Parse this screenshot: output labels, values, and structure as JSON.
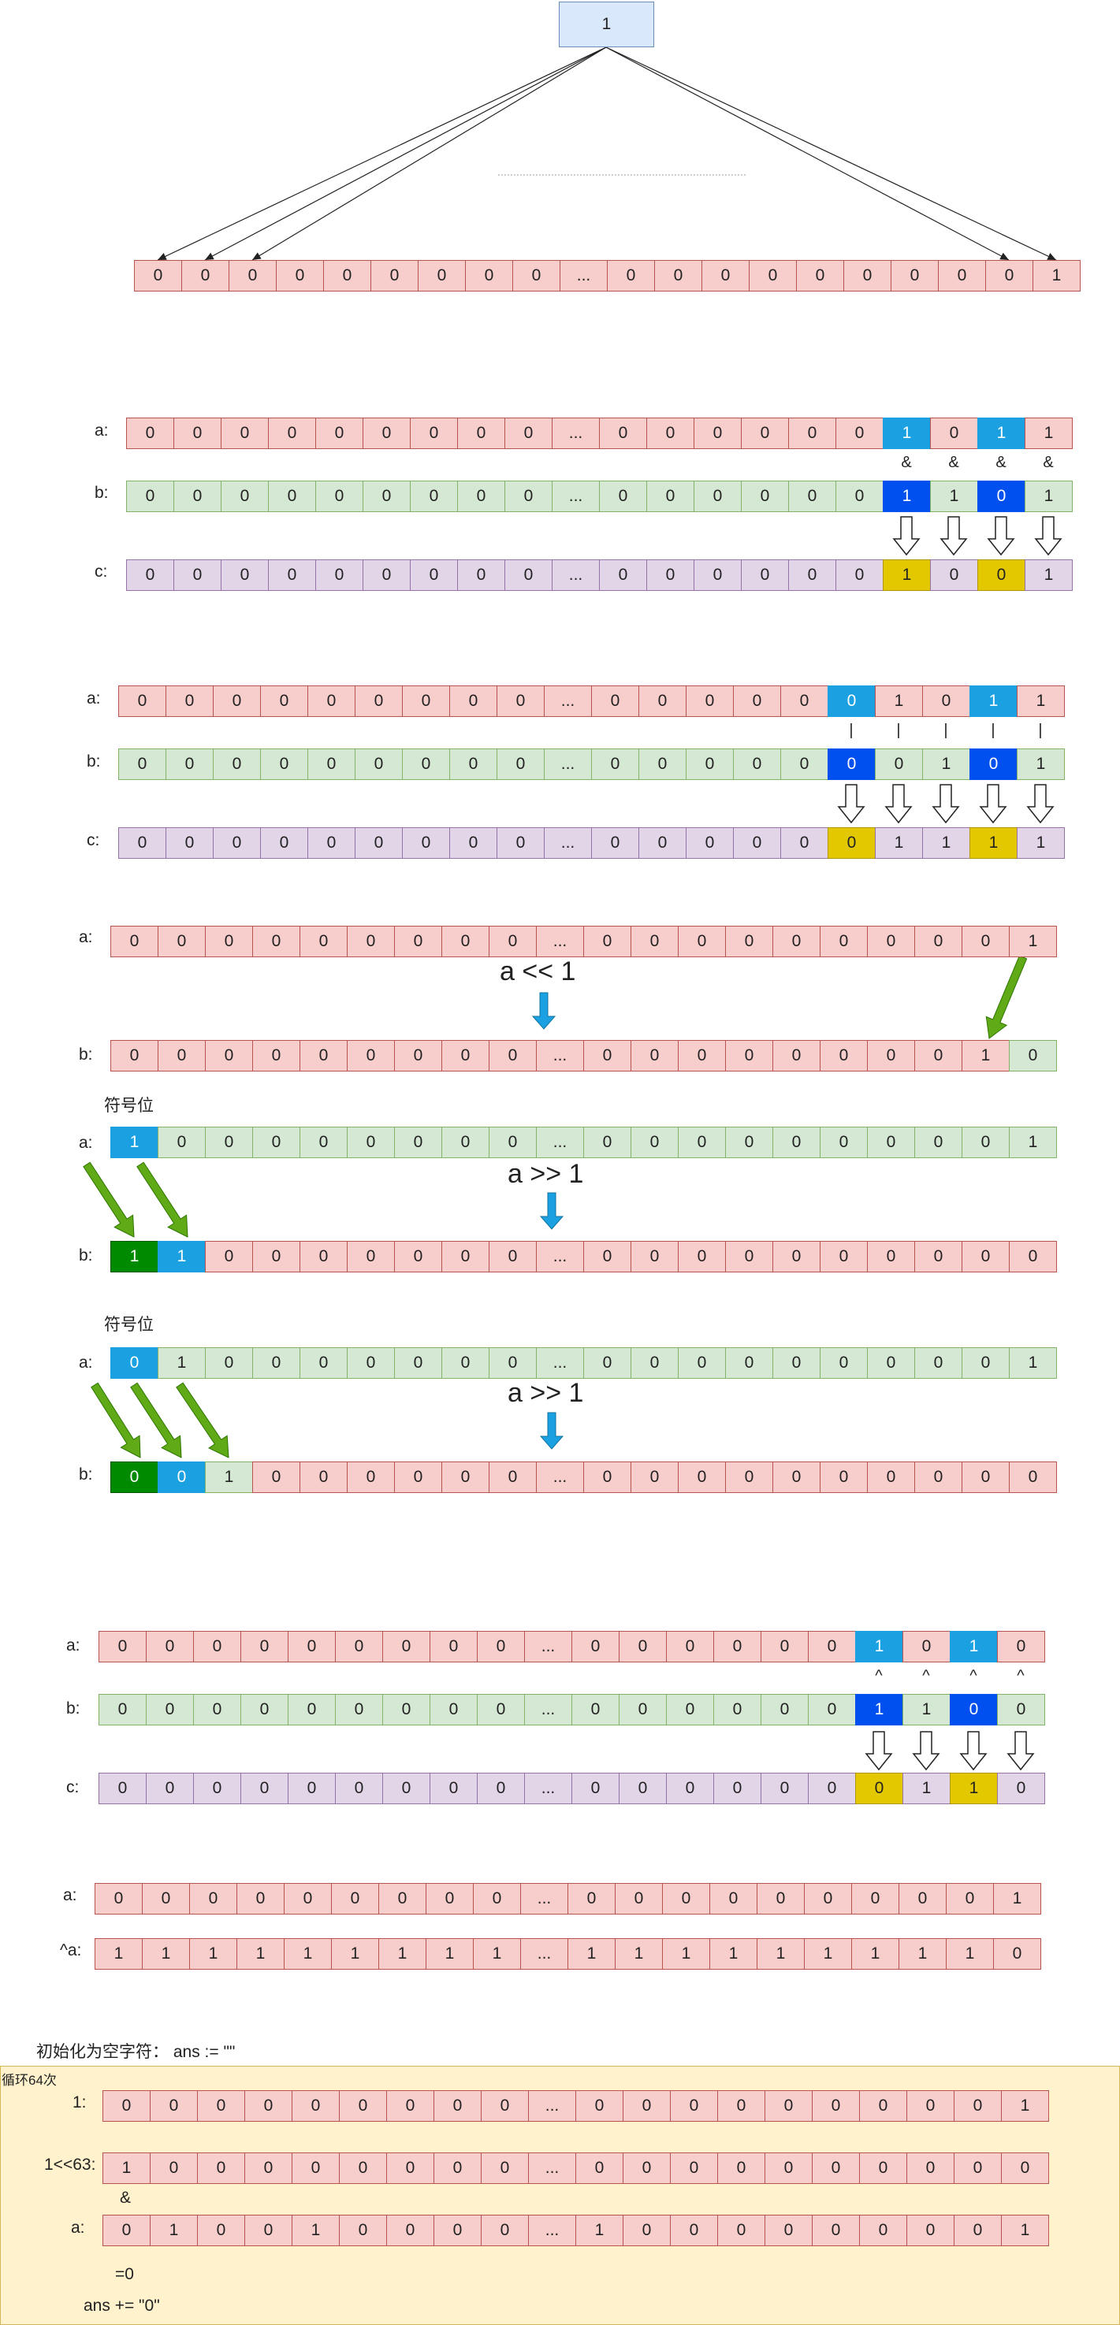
{
  "colors": {
    "pink_fill": "#f8cecc",
    "pink_stroke": "#b85450",
    "green_fill": "#d5e8d4",
    "green_stroke": "#82b366",
    "purple_fill": "#e1d5e7",
    "purple_stroke": "#9673a6",
    "blue_fill": "#dae8fc",
    "blue_stroke": "#6c8ebf",
    "light_blue": "#1ba1e2",
    "dark_blue": "#0050ef",
    "gold": "#e3c800",
    "dark_green": "#008a00",
    "arrow_green": "#60a917",
    "loop_bg": "#fff2cc"
  },
  "top": {
    "root": "1",
    "row": [
      "0",
      "0",
      "0",
      "0",
      "0",
      "0",
      "0",
      "0",
      "0",
      "...",
      "0",
      "0",
      "0",
      "0",
      "0",
      "0",
      "0",
      "0",
      "0",
      "1"
    ]
  },
  "and_section": {
    "a_label": "a:",
    "b_label": "b:",
    "c_label": "c:",
    "a": [
      "0",
      "0",
      "0",
      "0",
      "0",
      "0",
      "0",
      "0",
      "0",
      "...",
      "0",
      "0",
      "0",
      "0",
      "0",
      "0",
      "1",
      "0",
      "1",
      "1"
    ],
    "b": [
      "0",
      "0",
      "0",
      "0",
      "0",
      "0",
      "0",
      "0",
      "0",
      "...",
      "0",
      "0",
      "0",
      "0",
      "0",
      "0",
      "1",
      "1",
      "0",
      "1"
    ],
    "c": [
      "0",
      "0",
      "0",
      "0",
      "0",
      "0",
      "0",
      "0",
      "0",
      "...",
      "0",
      "0",
      "0",
      "0",
      "0",
      "0",
      "1",
      "0",
      "0",
      "1"
    ],
    "ops": [
      "&",
      "&",
      "&",
      "&"
    ]
  },
  "or_section": {
    "a_label": "a:",
    "b_label": "b:",
    "c_label": "c:",
    "a": [
      "0",
      "0",
      "0",
      "0",
      "0",
      "0",
      "0",
      "0",
      "0",
      "...",
      "0",
      "0",
      "0",
      "0",
      "0",
      "0",
      "1",
      "0",
      "1",
      "1"
    ],
    "b": [
      "0",
      "0",
      "0",
      "0",
      "0",
      "0",
      "0",
      "0",
      "0",
      "...",
      "0",
      "0",
      "0",
      "0",
      "0",
      "0",
      "0",
      "1",
      "0",
      "1"
    ],
    "c": [
      "0",
      "0",
      "0",
      "0",
      "0",
      "0",
      "0",
      "0",
      "0",
      "...",
      "0",
      "0",
      "0",
      "0",
      "0",
      "0",
      "1",
      "1",
      "1",
      "1"
    ],
    "ops": [
      "|",
      "|",
      "|",
      "|",
      "|"
    ]
  },
  "shift_left": {
    "a_label": "a:",
    "b_label": "b:",
    "op": "a << 1",
    "a": [
      "0",
      "0",
      "0",
      "0",
      "0",
      "0",
      "0",
      "0",
      "0",
      "...",
      "0",
      "0",
      "0",
      "0",
      "0",
      "0",
      "0",
      "0",
      "0",
      "1"
    ],
    "b": [
      "0",
      "0",
      "0",
      "0",
      "0",
      "0",
      "0",
      "0",
      "0",
      "...",
      "0",
      "0",
      "0",
      "0",
      "0",
      "0",
      "0",
      "0",
      "1",
      "0"
    ]
  },
  "shift_right_neg": {
    "sign_label": "符号位",
    "a_label": "a:",
    "b_label": "b:",
    "op": "a >> 1",
    "a": [
      "1",
      "0",
      "0",
      "0",
      "0",
      "0",
      "0",
      "0",
      "0",
      "...",
      "0",
      "0",
      "0",
      "0",
      "0",
      "0",
      "0",
      "0",
      "0",
      "1"
    ],
    "b": [
      "1",
      "1",
      "0",
      "0",
      "0",
      "0",
      "0",
      "0",
      "0",
      "...",
      "0",
      "0",
      "0",
      "0",
      "0",
      "0",
      "0",
      "0",
      "0",
      "0"
    ]
  },
  "shift_right_pos": {
    "sign_label": "符号位",
    "a_label": "a:",
    "b_label": "b:",
    "op": "a >> 1",
    "a": [
      "0",
      "1",
      "0",
      "0",
      "0",
      "0",
      "0",
      "0",
      "0",
      "...",
      "0",
      "0",
      "0",
      "0",
      "0",
      "0",
      "0",
      "0",
      "0",
      "1"
    ],
    "b": [
      "0",
      "0",
      "1",
      "0",
      "0",
      "0",
      "0",
      "0",
      "0",
      "...",
      "0",
      "0",
      "0",
      "0",
      "0",
      "0",
      "0",
      "0",
      "0",
      "0"
    ]
  },
  "xor_section": {
    "a_label": "a:",
    "b_label": "b:",
    "c_label": "c:",
    "a": [
      "0",
      "0",
      "0",
      "0",
      "0",
      "0",
      "0",
      "0",
      "0",
      "...",
      "0",
      "0",
      "0",
      "0",
      "0",
      "0",
      "1",
      "0",
      "1",
      "0"
    ],
    "b": [
      "0",
      "0",
      "0",
      "0",
      "0",
      "0",
      "0",
      "0",
      "0",
      "...",
      "0",
      "0",
      "0",
      "0",
      "0",
      "0",
      "1",
      "1",
      "0",
      "0"
    ],
    "c": [
      "0",
      "0",
      "0",
      "0",
      "0",
      "0",
      "0",
      "0",
      "0",
      "...",
      "0",
      "0",
      "0",
      "0",
      "0",
      "0",
      "0",
      "1",
      "1",
      "0"
    ],
    "ops": [
      "^",
      "^",
      "^",
      "^"
    ]
  },
  "not_section": {
    "a_label": "a:",
    "na_label": "^a:",
    "a": [
      "0",
      "0",
      "0",
      "0",
      "0",
      "0",
      "0",
      "0",
      "0",
      "...",
      "0",
      "0",
      "0",
      "0",
      "0",
      "0",
      "0",
      "0",
      "0",
      "1"
    ],
    "na": [
      "1",
      "1",
      "1",
      "1",
      "1",
      "1",
      "1",
      "1",
      "1",
      "...",
      "1",
      "1",
      "1",
      "1",
      "1",
      "1",
      "1",
      "1",
      "1",
      "0"
    ]
  },
  "loop": {
    "init_text": "初始化为空字符： ans := \"\"",
    "title": "循环64次",
    "one_label": "1:",
    "shift_label": "1<<63:",
    "and_op": "&",
    "a_label": "a:",
    "one": [
      "0",
      "0",
      "0",
      "0",
      "0",
      "0",
      "0",
      "0",
      "0",
      "...",
      "0",
      "0",
      "0",
      "0",
      "0",
      "0",
      "0",
      "0",
      "0",
      "1"
    ],
    "shift": [
      "1",
      "0",
      "0",
      "0",
      "0",
      "0",
      "0",
      "0",
      "0",
      "...",
      "0",
      "0",
      "0",
      "0",
      "0",
      "0",
      "0",
      "0",
      "0",
      "0"
    ],
    "a": [
      "0",
      "1",
      "0",
      "0",
      "1",
      "0",
      "0",
      "0",
      "0",
      "...",
      "1",
      "0",
      "0",
      "0",
      "0",
      "0",
      "0",
      "0",
      "0",
      "1"
    ],
    "result": "=0",
    "ans": "ans += \"0\""
  }
}
